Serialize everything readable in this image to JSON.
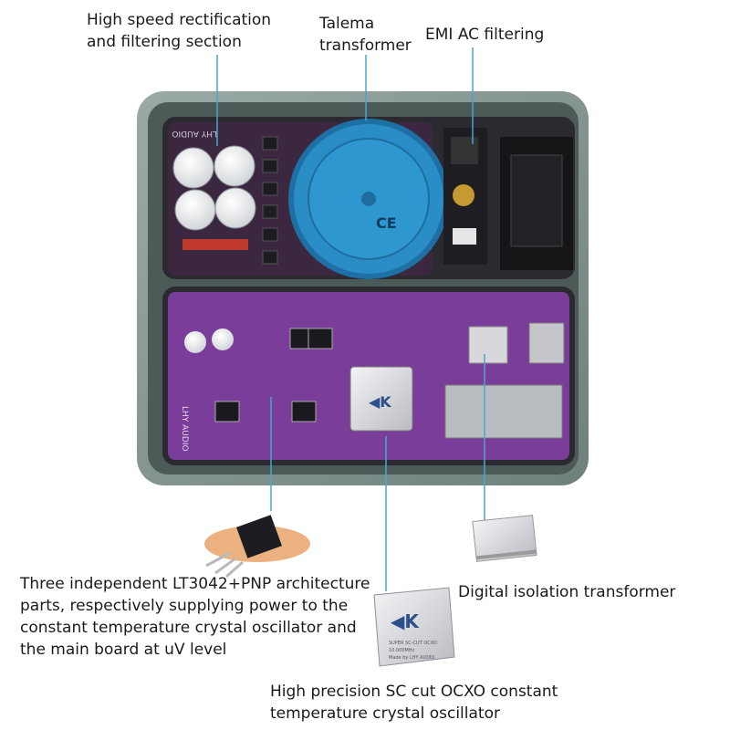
{
  "callouts": {
    "rectification": [
      "High speed rectification",
      "and filtering section"
    ],
    "transformer": [
      "Talema",
      "transformer"
    ],
    "emi": [
      "EMI AC filtering"
    ],
    "ldo": [
      "Three independent LT3042+PNP architecture",
      "parts, respectively supplying power to the",
      "constant temperature crystal oscillator and",
      "the main board at uV level"
    ],
    "isolation": [
      "Digital isolation transformer"
    ],
    "ocxo": [
      "High precision SC cut OCXO constant",
      "temperature crystal oscillator"
    ]
  },
  "board_marks": {
    "brand_top": "LHY AUDIO",
    "brand_bottom": "LHY AUDIO",
    "ce": "CE",
    "ocxo_top": "SUPER SC-CUT OCXO",
    "ocxo_mid": "10.000MHz",
    "ocxo_bot": "Made by LHY AUDIO"
  },
  "colors": {
    "case": "#7f918e",
    "pcb_top": "#3b2840",
    "pcb_bottom": "#7a3d9a",
    "toroid": "#2a8dc6",
    "leader": "#4aa6c9"
  }
}
